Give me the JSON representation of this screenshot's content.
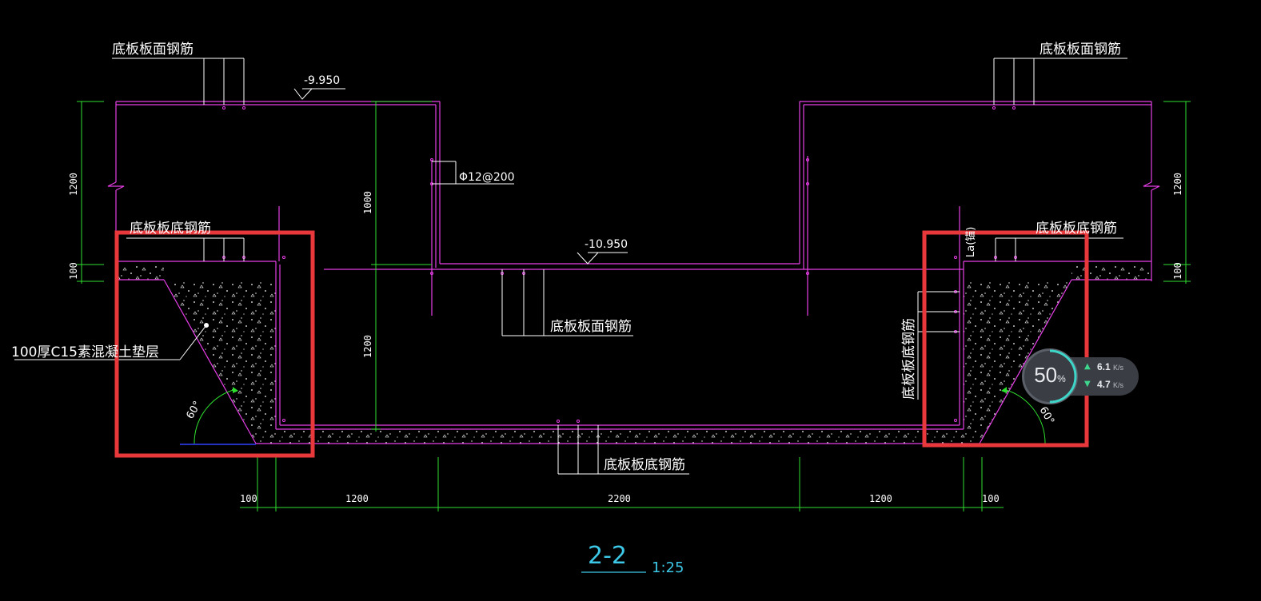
{
  "labels": {
    "top_slab_rebar_left": "底板板面钢筋",
    "top_slab_rebar_right": "底板板面钢筋",
    "elev_top": "-9.950",
    "elev_pit": "-10.950",
    "stirrup": "Φ12@200",
    "bottom_rebar_left": "底板板底钢筋",
    "bottom_rebar_right": "底板板底钢筋",
    "pit_face_rebar": "底板板面钢筋",
    "pit_bottom_rebar": "底板板底钢筋",
    "side_rebar_vertical": "底板板底钢筋",
    "cushion_layer": "100厚C15素混凝土垫层",
    "anchor_len": "La(锚)",
    "angle_left": "60°",
    "angle_right": "60°"
  },
  "dimensions": {
    "left_1200": "1200",
    "left_100": "100",
    "right_1200": "1200",
    "right_100": "100",
    "center_1000": "1000",
    "center_1200": "1200",
    "bottom_100_left": "100",
    "bottom_1200_left": "1200",
    "bottom_2200": "2200",
    "bottom_1200_right": "1200",
    "bottom_100_right": "100"
  },
  "section": {
    "title": "2-2",
    "scale": "1:25"
  },
  "network_widget": {
    "percent": "50",
    "percent_unit": "%",
    "up_speed": "6.1",
    "up_unit": "K/s",
    "down_speed": "4.7",
    "down_unit": "K/s",
    "level": 0.5
  },
  "colors": {
    "magenta": "#e63ee6",
    "green": "#2ee02e",
    "white": "#ffffff",
    "highlight": "#e8383c",
    "cyan": "#3cc8e6",
    "blue": "#3040ff"
  }
}
